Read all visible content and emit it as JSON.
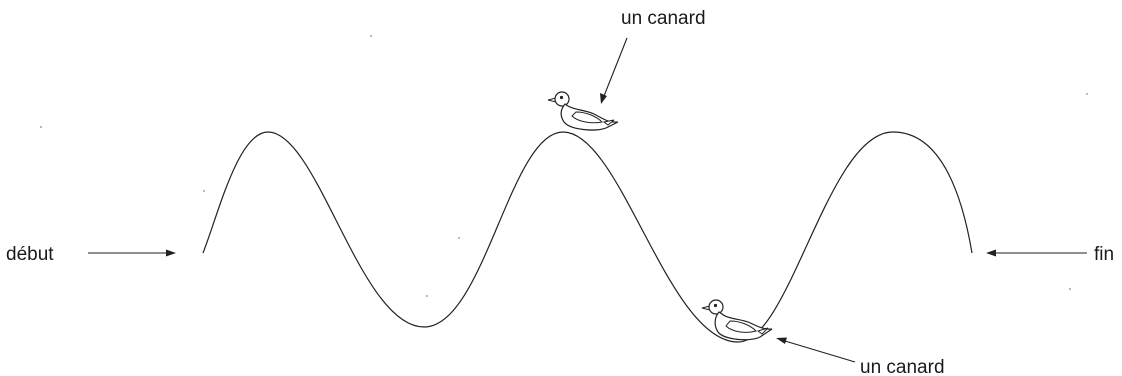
{
  "labels": {
    "start": "début",
    "end": "fin",
    "duck_top": "un canard",
    "duck_bottom": "un canard"
  },
  "icons": {
    "duck": "duck-icon"
  },
  "colors": {
    "line": "#222222",
    "background": "#ffffff"
  }
}
